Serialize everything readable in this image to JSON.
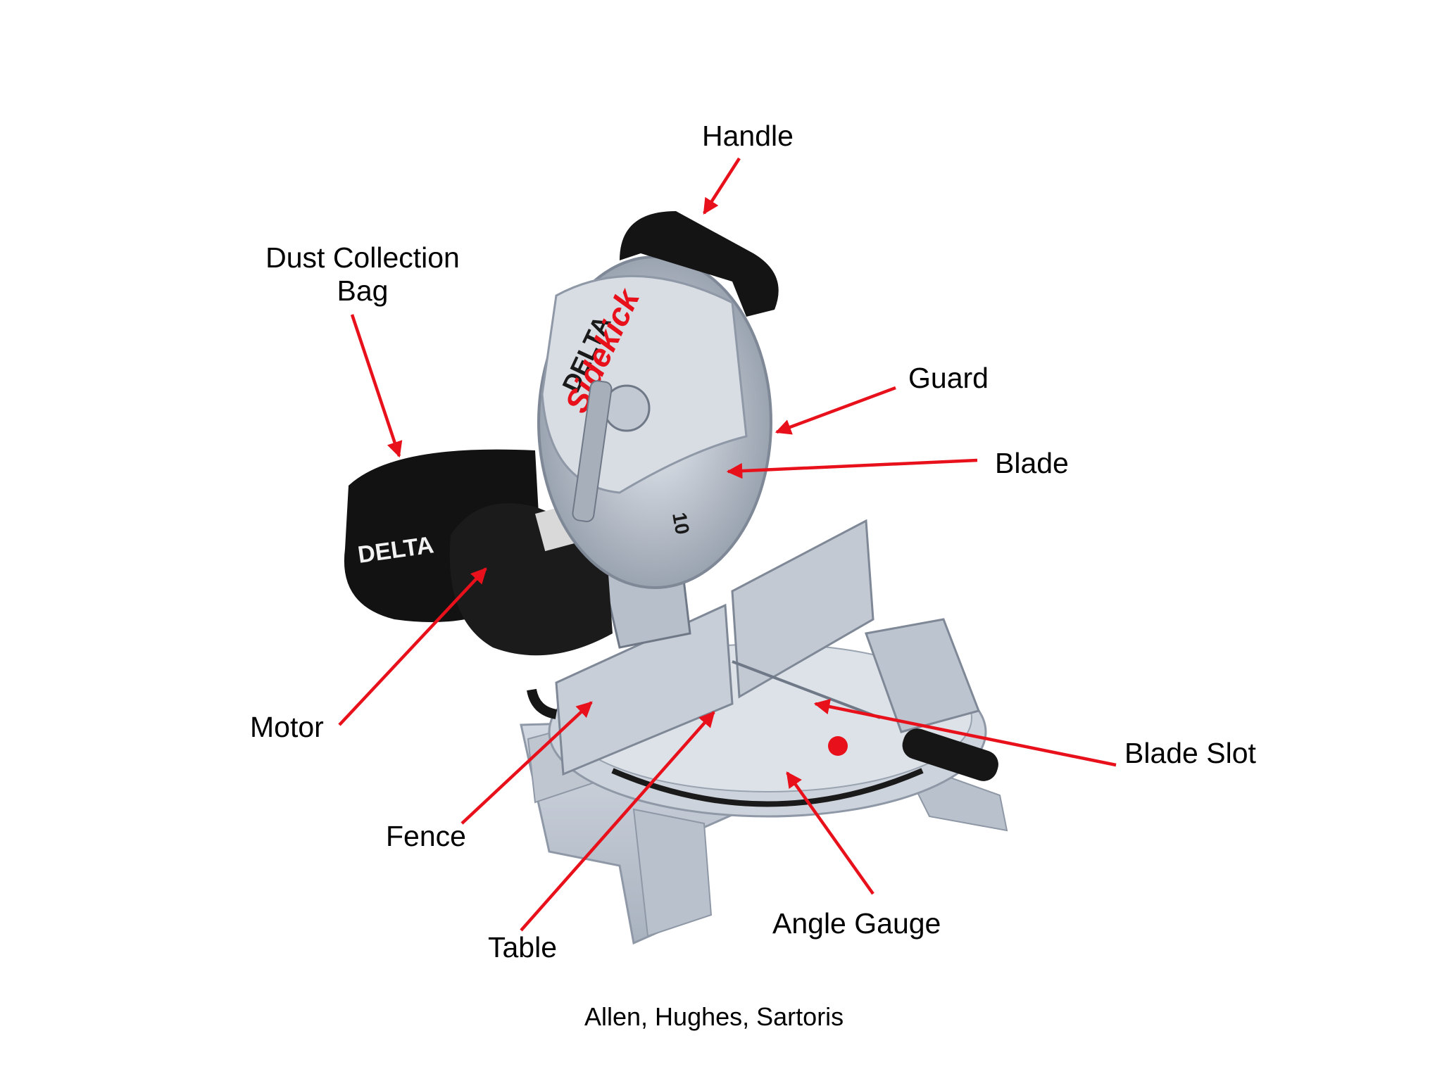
{
  "labels": {
    "handle": "Handle",
    "dust_bag_line1": "Dust Collection",
    "dust_bag_line2": "Bag",
    "guard": "Guard",
    "blade": "Blade",
    "motor": "Motor",
    "blade_slot": "Blade Slot",
    "fence": "Fence",
    "table": "Table",
    "angle_gauge": "Angle Gauge"
  },
  "saw_markings": {
    "brand_guard": "DELTA",
    "model": "Sidekick",
    "brand_bag": "DELTA",
    "blade_size": "10"
  },
  "credit": "Allen, Hughes, Sartoris",
  "colors": {
    "arrow": "#e8101a",
    "text": "#000000",
    "metal": "#c9d0da",
    "black": "#111111"
  }
}
